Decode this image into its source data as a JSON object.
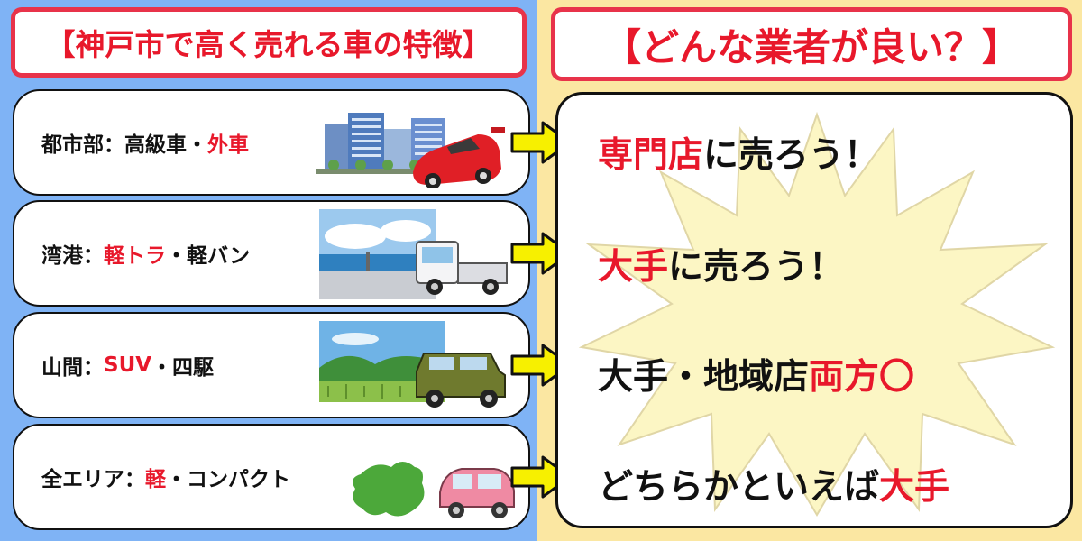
{
  "left_title": "【神戸市で高く売れる車の特徴】",
  "right_title": "【どんな業者が良い？】",
  "rows": [
    {
      "area": "都市部",
      "sep": "：",
      "a": "高級車",
      "mid": "・",
      "b": "外車",
      "a_red": false,
      "b_red": true
    },
    {
      "area": "湾港",
      "sep": "：",
      "a": "軽トラ",
      "mid": "・",
      "b": "軽バン",
      "a_red": true,
      "b_red": false
    },
    {
      "area": "山間",
      "sep": "：",
      "a": "SUV",
      "mid": "・",
      "b": "四駆",
      "a_red": true,
      "b_red": false
    },
    {
      "area": "全エリア",
      "sep": "：",
      "a": "軽",
      "mid": "・",
      "b": "コンパクト",
      "a_red": true,
      "b_red": false
    }
  ],
  "answers": [
    {
      "red": "専門店",
      "black": "に売ろう！"
    },
    {
      "red": "大手",
      "black": "に売ろう！"
    },
    {
      "black": "大手・地域店",
      "red": "両方〇"
    },
    {
      "black": "どちらかといえば",
      "red": "大手"
    }
  ],
  "colors": {
    "accent_red": "#e8182b",
    "left_bg": "#7fb3f5",
    "right_bg": "#fbe7a2",
    "arrow": "#f7f000",
    "burst": "#fcf6c4"
  }
}
